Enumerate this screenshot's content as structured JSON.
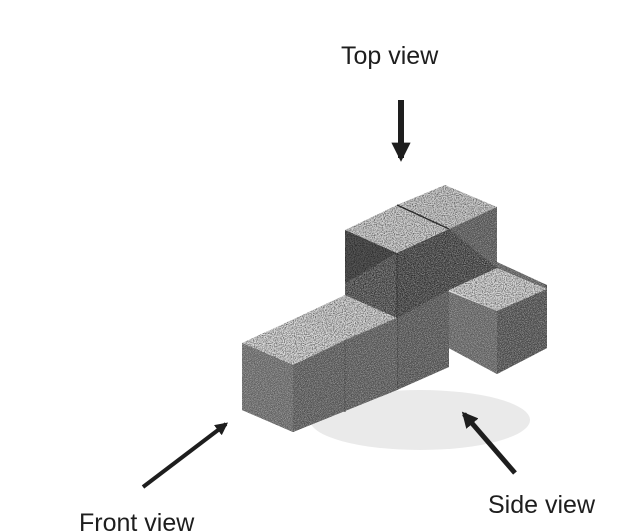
{
  "labels": {
    "top": "Top view",
    "front": "Front view",
    "side": "Side view"
  },
  "icons": {
    "top_arrow": "arrow-down-icon",
    "front_arrow": "arrow-up-right-icon",
    "side_arrow": "arrow-up-left-icon"
  },
  "colors": {
    "front_face": "#4a4a4a",
    "side_face": "#6a6a6a",
    "top_face": "#d2d2d2",
    "ink": "#1e1e1e"
  }
}
